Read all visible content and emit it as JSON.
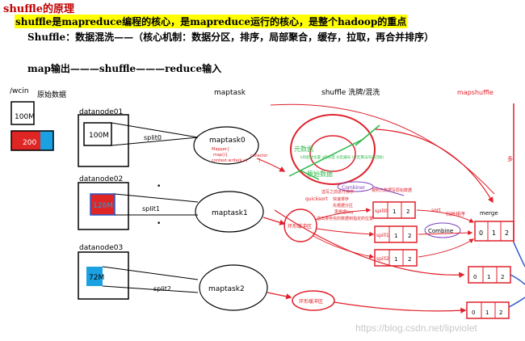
{
  "header": {
    "title": "shuffle的原理",
    "line1": "shuffle是mapreduce编程的核心，是mapreduce运行的核心，是整个hadoop的重点",
    "line2": "Shuffle：数据混洗——（核心机制：数据分区，排序，局部聚合，缓存，拉取，再合并排序）",
    "line3": "map输出———shuffle———reduce输入"
  },
  "columns": {
    "wcin": "/wcin",
    "raw_data": "原始数据",
    "maptask": "maptask",
    "shuffle": "shuffle 洗牌/混洗",
    "mapshuffle": "mapshuffle"
  },
  "input": {
    "file_size": "100M",
    "block_size": "200"
  },
  "datanodes": [
    {
      "name": "datanode01",
      "block": "100M",
      "split": "split0",
      "task": "maptask0"
    },
    {
      "name": "datanode02",
      "block": "128M",
      "split": "split1",
      "task": "maptask1"
    },
    {
      "name": "datanode03",
      "block": "72M",
      "split": "split2",
      "task": "maptask2"
    }
  ],
  "maptask0_notes": [
    "Mapper{",
    "map(){",
    "context.write(k,v)",
    "}"
  ],
  "maptask0_collector": "collector",
  "ring": {
    "outer": "元数据",
    "meta_detail": "k的起始位置 v的长度 分区编号 (分区算法的返回值)",
    "inner": "原始数据"
  },
  "combiner_label": "Combiner",
  "combiner_sub": "按照元数据写原始数据",
  "spill_notes": [
    "溢写之前进行排序",
    "快速排序",
    "先根据分区",
    "再根据key",
    "溢出排序完的数据到指定的位置"
  ],
  "quicksort_label": "quicksort",
  "buffer_label": "环形缓冲区",
  "spills": [
    {
      "name": "spill0",
      "cells": [
        "",
        "1",
        "2"
      ]
    },
    {
      "name": "spill1",
      "cells": [
        "",
        "1",
        "2"
      ]
    },
    {
      "name": "spill2",
      "cells": [
        "",
        "1",
        "2"
      ]
    }
  ],
  "sort_label": "sort",
  "merge_sort_label": "归并排序",
  "combine_label": "Combine",
  "merge_label": "merge",
  "merge_cells": [
    "0",
    "1",
    "2"
  ],
  "side_label": "多",
  "colors": {
    "accent": "#e0202a",
    "green": "#2db84a",
    "purple": "#7a3fbf",
    "blue": "#2c56c8",
    "red_block": "#e02525",
    "cyan_block": "#1ba1e2"
  },
  "watermark": "https://blog.csdn.net/lipviolet"
}
